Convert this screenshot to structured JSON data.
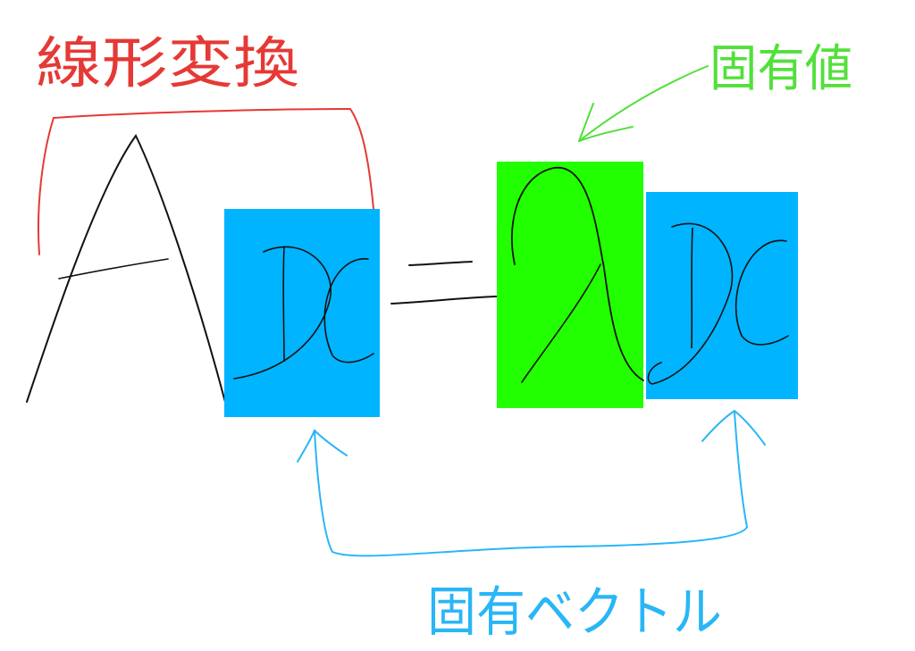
{
  "labels": {
    "linear_transform": "線形変換",
    "eigenvalue": "固有値",
    "eigenvector": "固有ベクトル"
  },
  "equation": {
    "matrix": "A",
    "vector": "x",
    "equals": "=",
    "scalar": "λ"
  },
  "colors": {
    "background": "#ffffff",
    "ink": "#111111",
    "red_annotation": "#e53935",
    "green_annotation": "#52e03a",
    "blue_annotation": "#29b6f6",
    "vector_box": "#00b4ff",
    "scalar_box": "#22ff00"
  }
}
